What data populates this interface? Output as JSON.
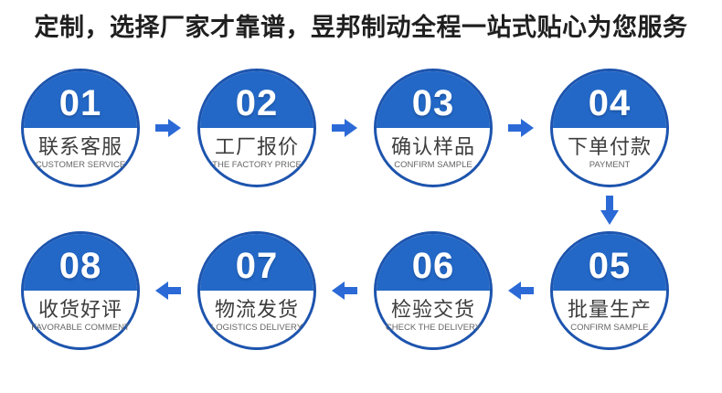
{
  "title": "定制，选择厂家才靠谱，昱邦制动全程一站式贴心为您服务",
  "colors": {
    "title_text": "#1f1f1f",
    "circle_fill": "#2368c6",
    "circle_border": "#1d54ae",
    "step_number": "#ffffff",
    "label_text": "#3d3d3d",
    "sublabel_text": "#666666",
    "arrow": "#2b6ad6"
  },
  "steps": [
    {
      "number": "01",
      "label": "联系客服",
      "sublabel": "CUSTOMER SERVICE"
    },
    {
      "number": "02",
      "label": "工厂报价",
      "sublabel": "THE FACTORY PRICE"
    },
    {
      "number": "03",
      "label": "确认样品",
      "sublabel": "CONFIRM SAMPLE"
    },
    {
      "number": "04",
      "label": "下单付款",
      "sublabel": "PAYMENT"
    },
    {
      "number": "05",
      "label": "批量生产",
      "sublabel": "CONFIRM SAMPLE"
    },
    {
      "number": "06",
      "label": "检验交货",
      "sublabel": "CHECK THE DELIVERY"
    },
    {
      "number": "07",
      "label": "物流发货",
      "sublabel": "LOGISTICS DELIVERY"
    },
    {
      "number": "08",
      "label": "收货好评",
      "sublabel": "FAVORABLE COMMENT"
    }
  ],
  "flow": {
    "top_row_order": [
      "01",
      "02",
      "03",
      "04"
    ],
    "bottom_row_order": [
      "08",
      "07",
      "06",
      "05"
    ]
  },
  "icons": {
    "right_arrow": "➡",
    "left_arrow": "⬅",
    "down_arrow": "⬇"
  }
}
